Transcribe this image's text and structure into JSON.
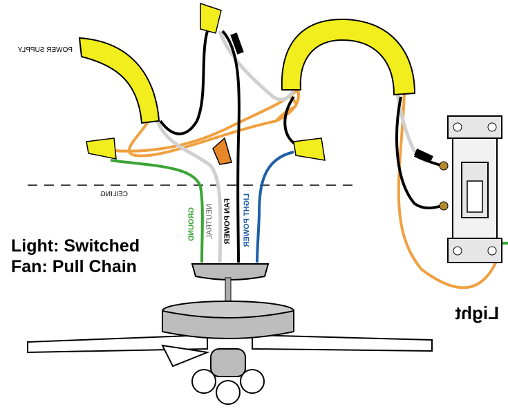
{
  "labels": {
    "power_supply": "POWER SUPPLY",
    "ceiling": "CEILING",
    "ground": "GROUND",
    "neutral": "NEUTRAL",
    "fan_power": "FAN POWER",
    "light_power": "LIGHT POWER",
    "light_switched": "Light: Switched",
    "fan_pull_chain": "Fan: Pull Chain",
    "light": "Light"
  },
  "colors": {
    "sleeve": "#f2ee1e",
    "ground": "#3aa535",
    "neutral": "#d0d0d0",
    "hot": "#000000",
    "light_power": "#1f5fa8",
    "traveler": "#f0a040",
    "wire_nut_orange": "#e8862a"
  },
  "mirrored": true
}
